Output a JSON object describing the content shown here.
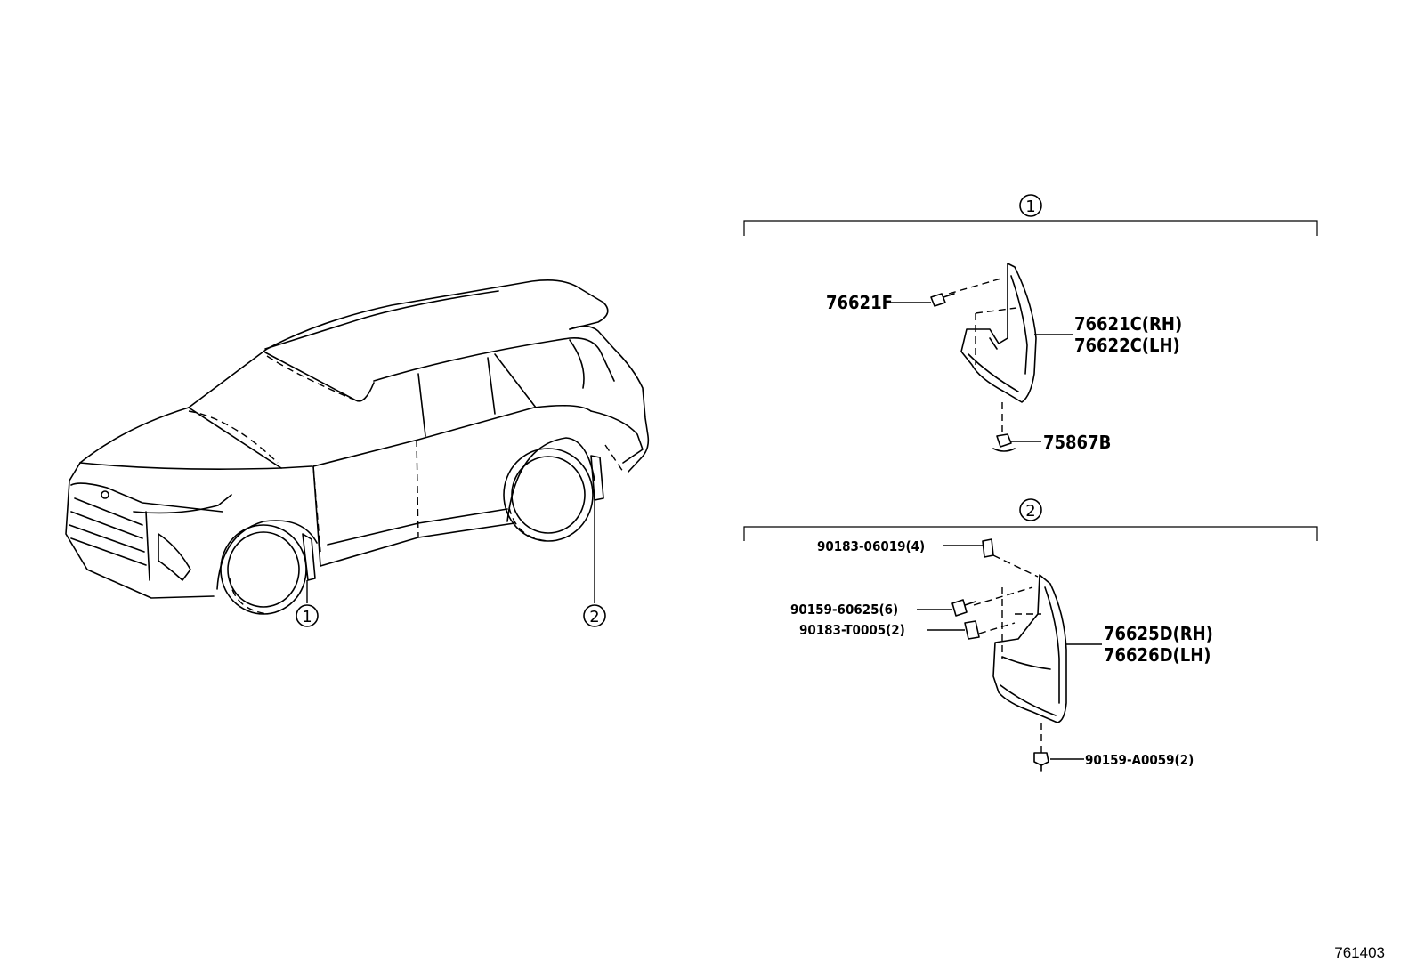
{
  "car": {
    "callouts": [
      "1",
      "2"
    ]
  },
  "group1": {
    "marker": "1",
    "parts": {
      "screw": "76621F",
      "mudguard_rh": "76621C(RH)",
      "mudguard_lh": "76622C(LH)",
      "clip": "75867B"
    }
  },
  "group2": {
    "marker": "2",
    "parts": {
      "nut_a": "90183-06019(4)",
      "screw_a": "90159-60625(6)",
      "nut_b": "90183-T0005(2)",
      "mudguard_rh": "76625D(RH)",
      "mudguard_lh": "76626D(LH)",
      "screw_b": "90159-A0059(2)"
    }
  },
  "diagram_id": "761403"
}
